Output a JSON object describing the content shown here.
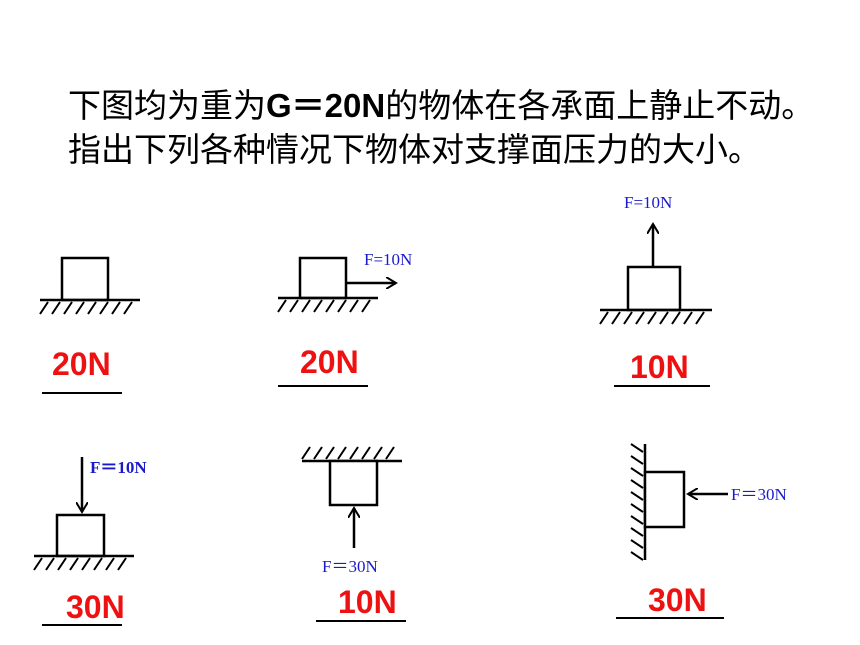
{
  "question": {
    "part1": "下图均为重为",
    "bold": "G＝20N",
    "part2": "的物体在各承面上静止不动。指出下列各种情况下物体对支撑面压力的大小。"
  },
  "panels": [
    {
      "force_label": "",
      "answer": "20N"
    },
    {
      "force_label": "F=10N",
      "answer": "20N"
    },
    {
      "force_label": "F=10N",
      "answer": "10N"
    },
    {
      "force_label": "F＝10N",
      "answer": "30N"
    },
    {
      "force_label": "F＝30N",
      "answer": "10N"
    },
    {
      "force_label": "F＝30N",
      "answer": "30N"
    }
  ],
  "colors": {
    "answer": "#ee1111",
    "force_label": "#1a1acc"
  }
}
